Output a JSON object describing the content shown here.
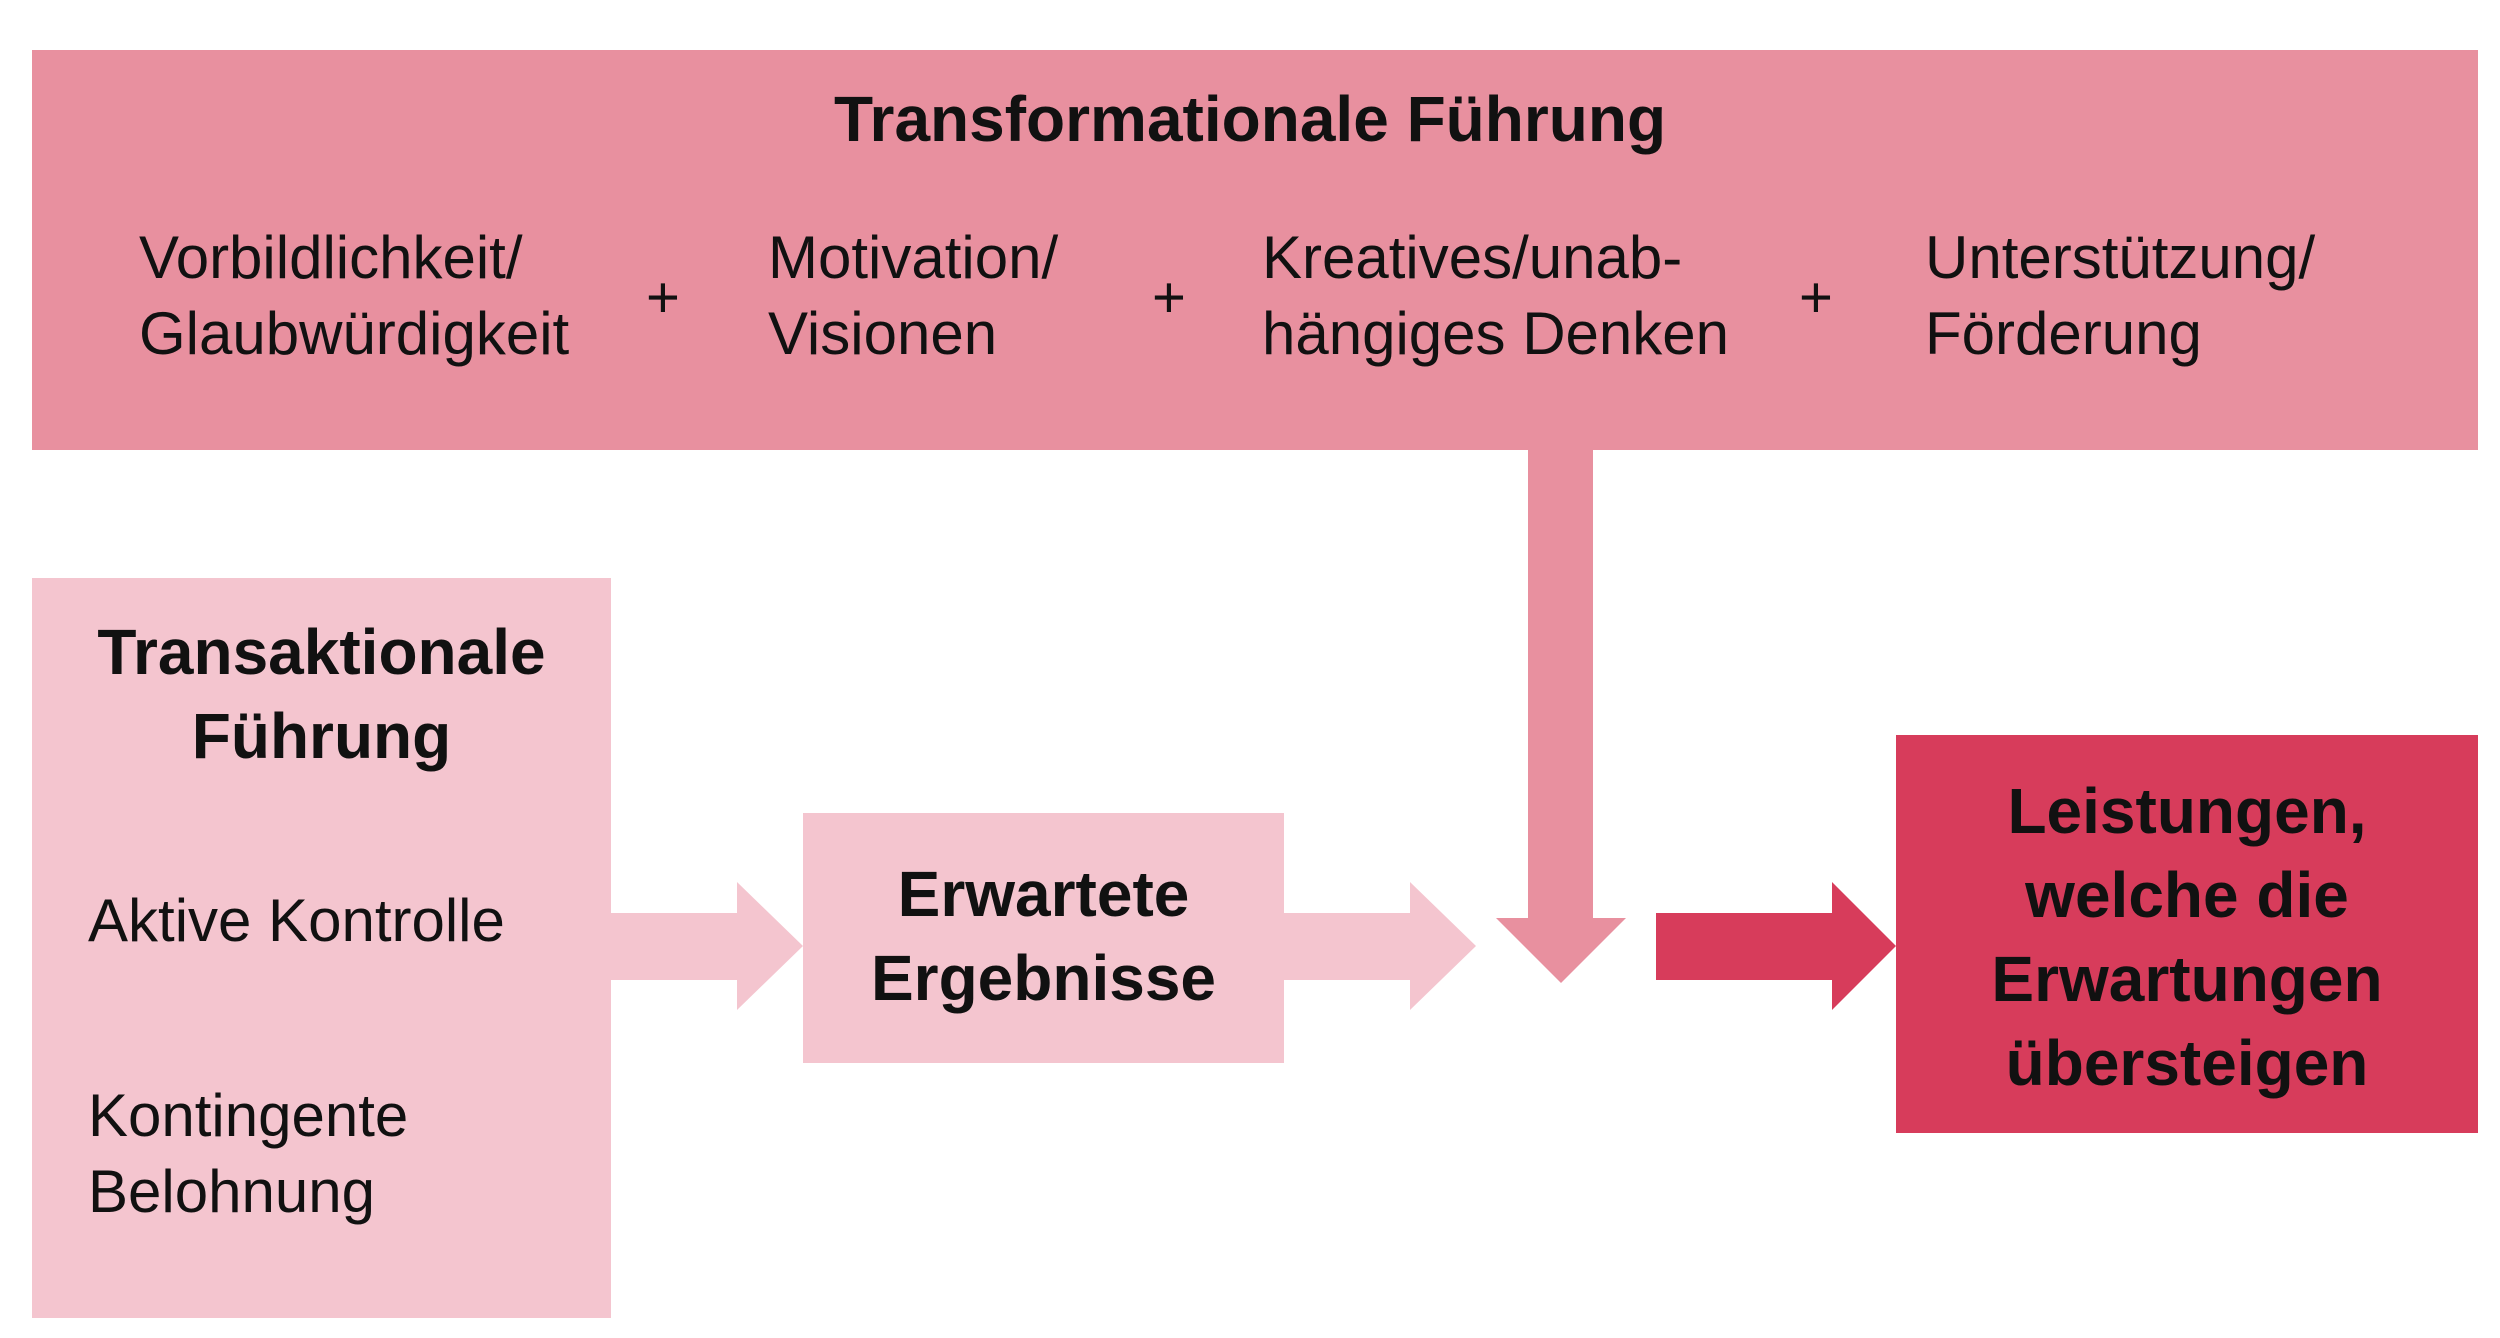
{
  "transformational": {
    "title": "Transformationale Führung",
    "factors": [
      {
        "line1": "Vorbildlichkeit/",
        "line2": "Glaubwürdigkeit"
      },
      {
        "line1": "Motivation/",
        "line2": "Visionen"
      },
      {
        "line1": "Kreatives/unab-",
        "line2": "hängiges Denken"
      },
      {
        "line1": "Unterstützung/",
        "line2": "Förderung"
      }
    ],
    "plus": "+"
  },
  "transactional": {
    "title_line1": "Transaktionale",
    "title_line2": "Führung",
    "item1": "Aktive Kontrolle",
    "item2_line1": "Kontingente",
    "item2_line2": "Belohnung"
  },
  "expected": {
    "line1": "Erwartete",
    "line2": "Ergebnisse"
  },
  "result": {
    "line1": "Leistungen,",
    "line2": "welche die",
    "line3": "Erwartungen",
    "line4": "übersteigen"
  },
  "colors": {
    "transformational": "#e8909f",
    "transactional": "#f4c5cf",
    "result": "#d73c5b",
    "text": "#111111"
  }
}
